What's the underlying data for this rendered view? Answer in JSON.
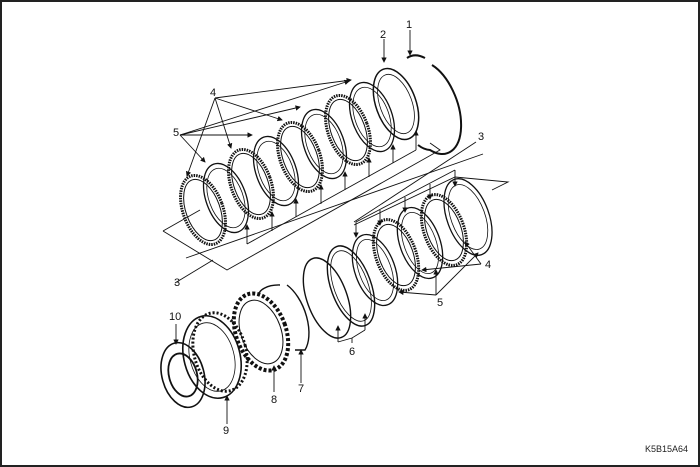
{
  "figure": {
    "code": "K5B15A64",
    "colors": {
      "line": "#111111",
      "background": "#ffffff",
      "frame": "#222222"
    }
  },
  "labels": {
    "l1": "1",
    "l2": "2",
    "l3_right": "3",
    "l3_left": "3",
    "l4_top": "4",
    "l4_right": "4",
    "l5_top": "5",
    "l5_right": "5",
    "l6": "6",
    "l7": "7",
    "l8": "8",
    "l9": "9",
    "l10": "10"
  }
}
